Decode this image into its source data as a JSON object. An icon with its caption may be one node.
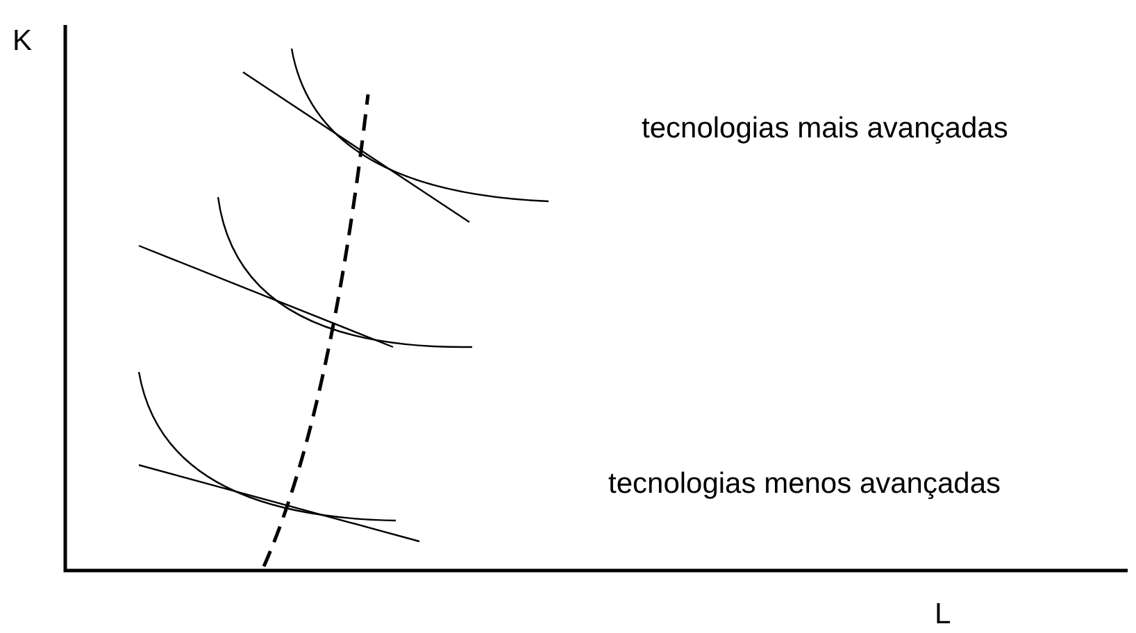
{
  "diagram": {
    "labels": [
      "K",
      "tecnologias mais avançadas",
      "tecnologias menos avançadas",
      "L"
    ]
  }
}
